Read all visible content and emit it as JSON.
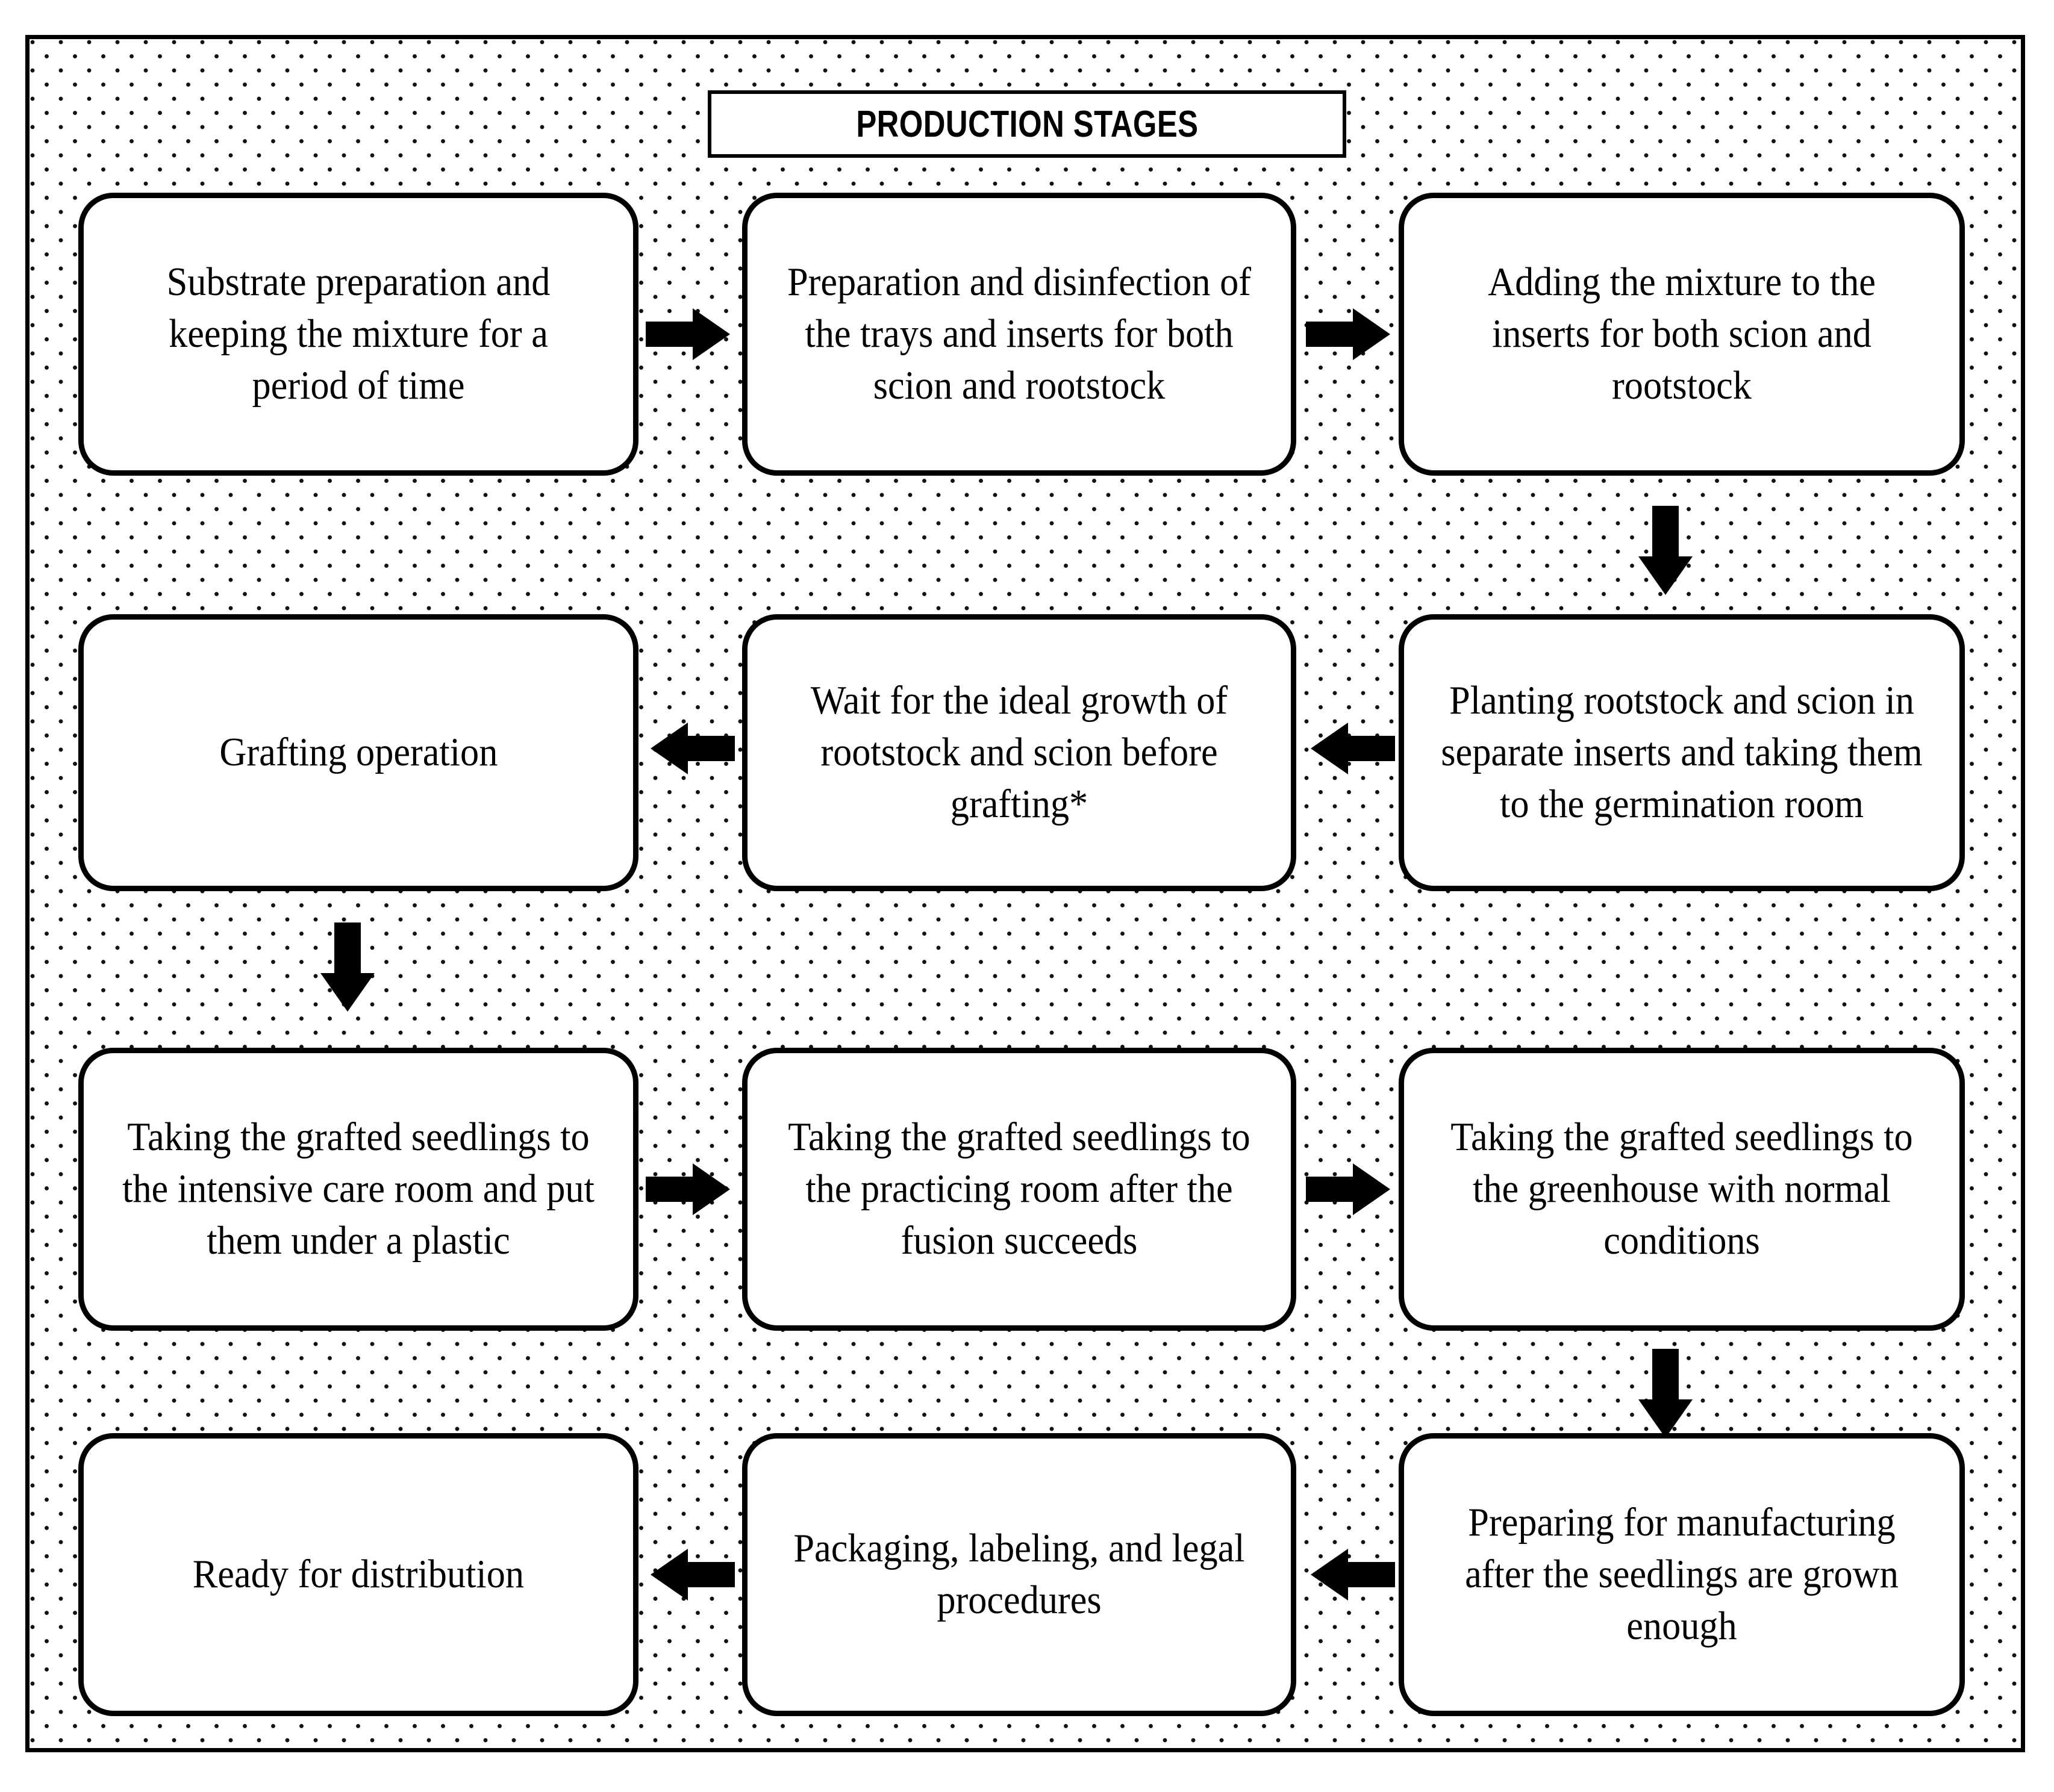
{
  "title": {
    "label": "PRODUCTION STAGES"
  },
  "colors": {
    "stroke": "#000000",
    "fill": "#ffffff",
    "dot": "#111111"
  },
  "chart_data": {
    "type": "diagram",
    "title": "PRODUCTION STAGES",
    "layout": "4-row serpentine flowchart, 3 columns",
    "nodes": [
      {
        "id": "n1",
        "row": 1,
        "col": 1,
        "text": "Substrate preparation and keeping the mixture for a period of time"
      },
      {
        "id": "n2",
        "row": 1,
        "col": 2,
        "text": "Preparation and disinfection of the trays and inserts for both scion and rootstock"
      },
      {
        "id": "n3",
        "row": 1,
        "col": 3,
        "text": "Adding the mixture to the inserts for both scion and rootstock"
      },
      {
        "id": "n4",
        "row": 2,
        "col": 3,
        "text": "Planting rootstock and scion in separate inserts and taking them to the germination room"
      },
      {
        "id": "n5",
        "row": 2,
        "col": 2,
        "text": "Wait for the ideal growth of rootstock and scion before grafting*"
      },
      {
        "id": "n6",
        "row": 2,
        "col": 1,
        "text": "Grafting operation"
      },
      {
        "id": "n7",
        "row": 3,
        "col": 1,
        "text": "Taking the grafted seedlings to the intensive care room and put them under a plastic"
      },
      {
        "id": "n8",
        "row": 3,
        "col": 2,
        "text": "Taking the grafted seedlings to the practicing room after the fusion succeeds"
      },
      {
        "id": "n9",
        "row": 3,
        "col": 3,
        "text": "Taking the grafted seedlings to the greenhouse with normal conditions"
      },
      {
        "id": "n10",
        "row": 4,
        "col": 3,
        "text": "Preparing for manufacturing after the seedlings are grown enough"
      },
      {
        "id": "n11",
        "row": 4,
        "col": 2,
        "text": "Packaging, labeling, and legal procedures"
      },
      {
        "id": "n12",
        "row": 4,
        "col": 1,
        "text": "Ready for distribution"
      }
    ],
    "edges": [
      {
        "from": "n1",
        "to": "n2",
        "direction": "right"
      },
      {
        "from": "n2",
        "to": "n3",
        "direction": "right"
      },
      {
        "from": "n3",
        "to": "n4",
        "direction": "down"
      },
      {
        "from": "n4",
        "to": "n5",
        "direction": "left"
      },
      {
        "from": "n5",
        "to": "n6",
        "direction": "left"
      },
      {
        "from": "n6",
        "to": "n7",
        "direction": "down"
      },
      {
        "from": "n7",
        "to": "n8",
        "direction": "right"
      },
      {
        "from": "n8",
        "to": "n9",
        "direction": "right"
      },
      {
        "from": "n9",
        "to": "n10",
        "direction": "down"
      },
      {
        "from": "n10",
        "to": "n11",
        "direction": "left"
      },
      {
        "from": "n11",
        "to": "n12",
        "direction": "left"
      }
    ],
    "footnote_marker": "*"
  },
  "nodes": {
    "n1": "Substrate preparation and keeping the mixture for a period of time",
    "n2": "Preparation and disinfection of the trays and inserts for both scion and rootstock",
    "n3": "Adding the mixture to the inserts for both scion and rootstock",
    "n4": "Planting rootstock and scion in separate inserts and taking them to the germination room",
    "n5": "Wait for the ideal growth of rootstock and scion before grafting*",
    "n6": "Grafting operation",
    "n7": "Taking the grafted seedlings to the intensive care room and put them under a plastic",
    "n8": "Taking the grafted seedlings to the practicing room after the fusion succeeds",
    "n9": "Taking the grafted seedlings to the greenhouse with normal conditions",
    "n10": "Preparing for manufacturing after the seedlings are grown enough",
    "n11": "Packaging, labeling, and legal procedures",
    "n12": "Ready for distribution"
  }
}
